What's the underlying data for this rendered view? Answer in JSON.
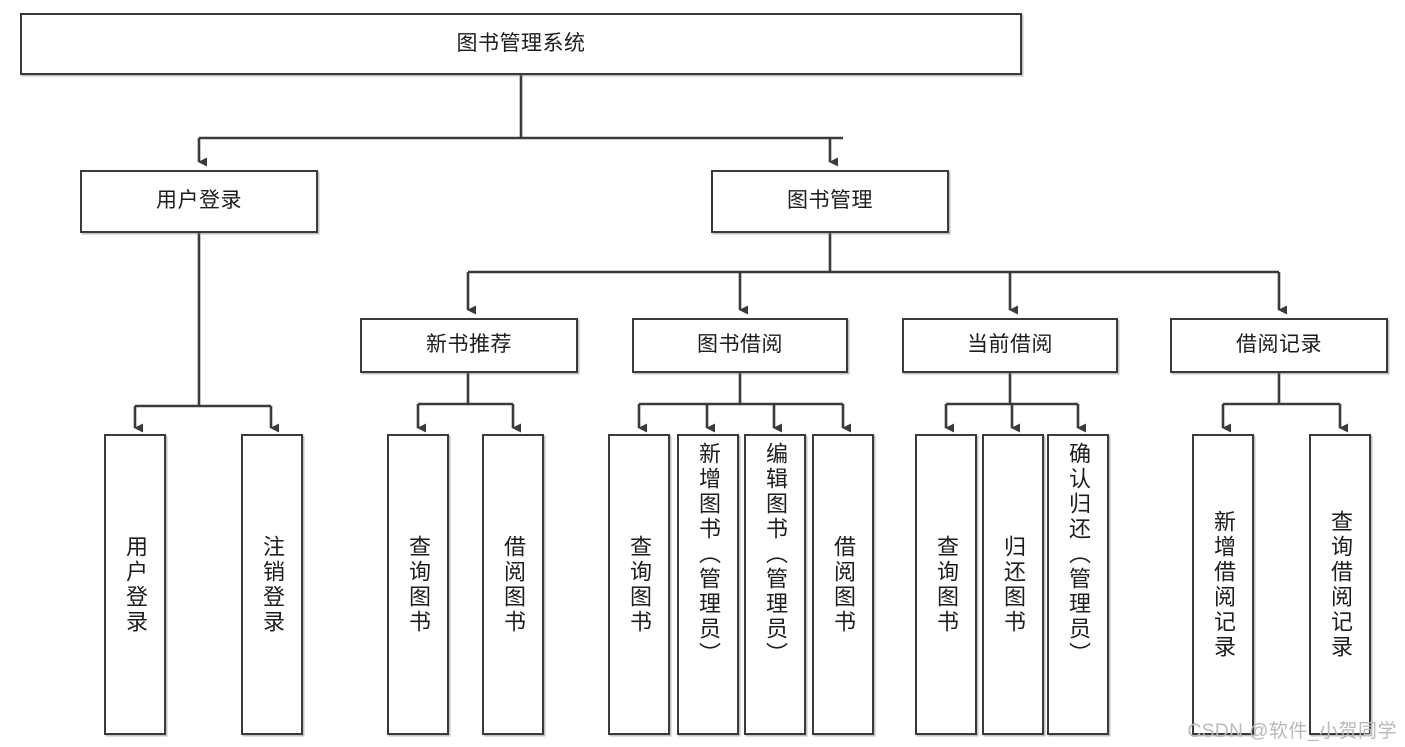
{
  "diagram": {
    "type": "tree-hierarchy-flowchart",
    "title_node": {
      "label": "图书管理系统"
    },
    "level2": [
      {
        "id": "user-login",
        "label": "用户登录"
      },
      {
        "id": "book-management",
        "label": "图书管理"
      }
    ],
    "level3": [
      {
        "id": "new-book-recommend",
        "label": "新书推荐"
      },
      {
        "id": "book-borrow",
        "label": "图书借阅"
      },
      {
        "id": "current-borrow",
        "label": "当前借阅"
      },
      {
        "id": "borrow-record",
        "label": "借阅记录"
      }
    ],
    "leaves": [
      {
        "id": "leaf-user-login",
        "label": "用户登录",
        "parent": "user-login"
      },
      {
        "id": "leaf-logout-login",
        "label": "注销登录",
        "parent": "user-login"
      },
      {
        "id": "leaf-query-book-1",
        "label": "查询图书",
        "parent": "new-book-recommend"
      },
      {
        "id": "leaf-borrow-book-1",
        "label": "借阅图书",
        "parent": "new-book-recommend"
      },
      {
        "id": "leaf-query-book-2",
        "label": "查询图书",
        "parent": "book-borrow"
      },
      {
        "id": "leaf-add-book",
        "label": "新增图书（管理员）",
        "parent": "book-borrow"
      },
      {
        "id": "leaf-edit-book",
        "label": "编辑图书（管理员）",
        "parent": "book-borrow"
      },
      {
        "id": "leaf-borrow-book-2",
        "label": "借阅图书",
        "parent": "book-borrow"
      },
      {
        "id": "leaf-query-book-3",
        "label": "查询图书",
        "parent": "current-borrow"
      },
      {
        "id": "leaf-return-book",
        "label": "归还图书",
        "parent": "current-borrow"
      },
      {
        "id": "leaf-confirm-return",
        "label": "确认归还（管理员）",
        "parent": "current-borrow"
      },
      {
        "id": "leaf-add-record",
        "label": "新增借阅记录",
        "parent": "borrow-record"
      },
      {
        "id": "leaf-query-record",
        "label": "查询借阅记录",
        "parent": "borrow-record"
      }
    ],
    "colors": {
      "stroke": "#3a3a3a",
      "box_fill": "#ffffff",
      "text": "#1d1d1d",
      "watermark": "#b9b9b9"
    }
  },
  "watermark": {
    "text": "CSDN @软件_小贺同学"
  }
}
